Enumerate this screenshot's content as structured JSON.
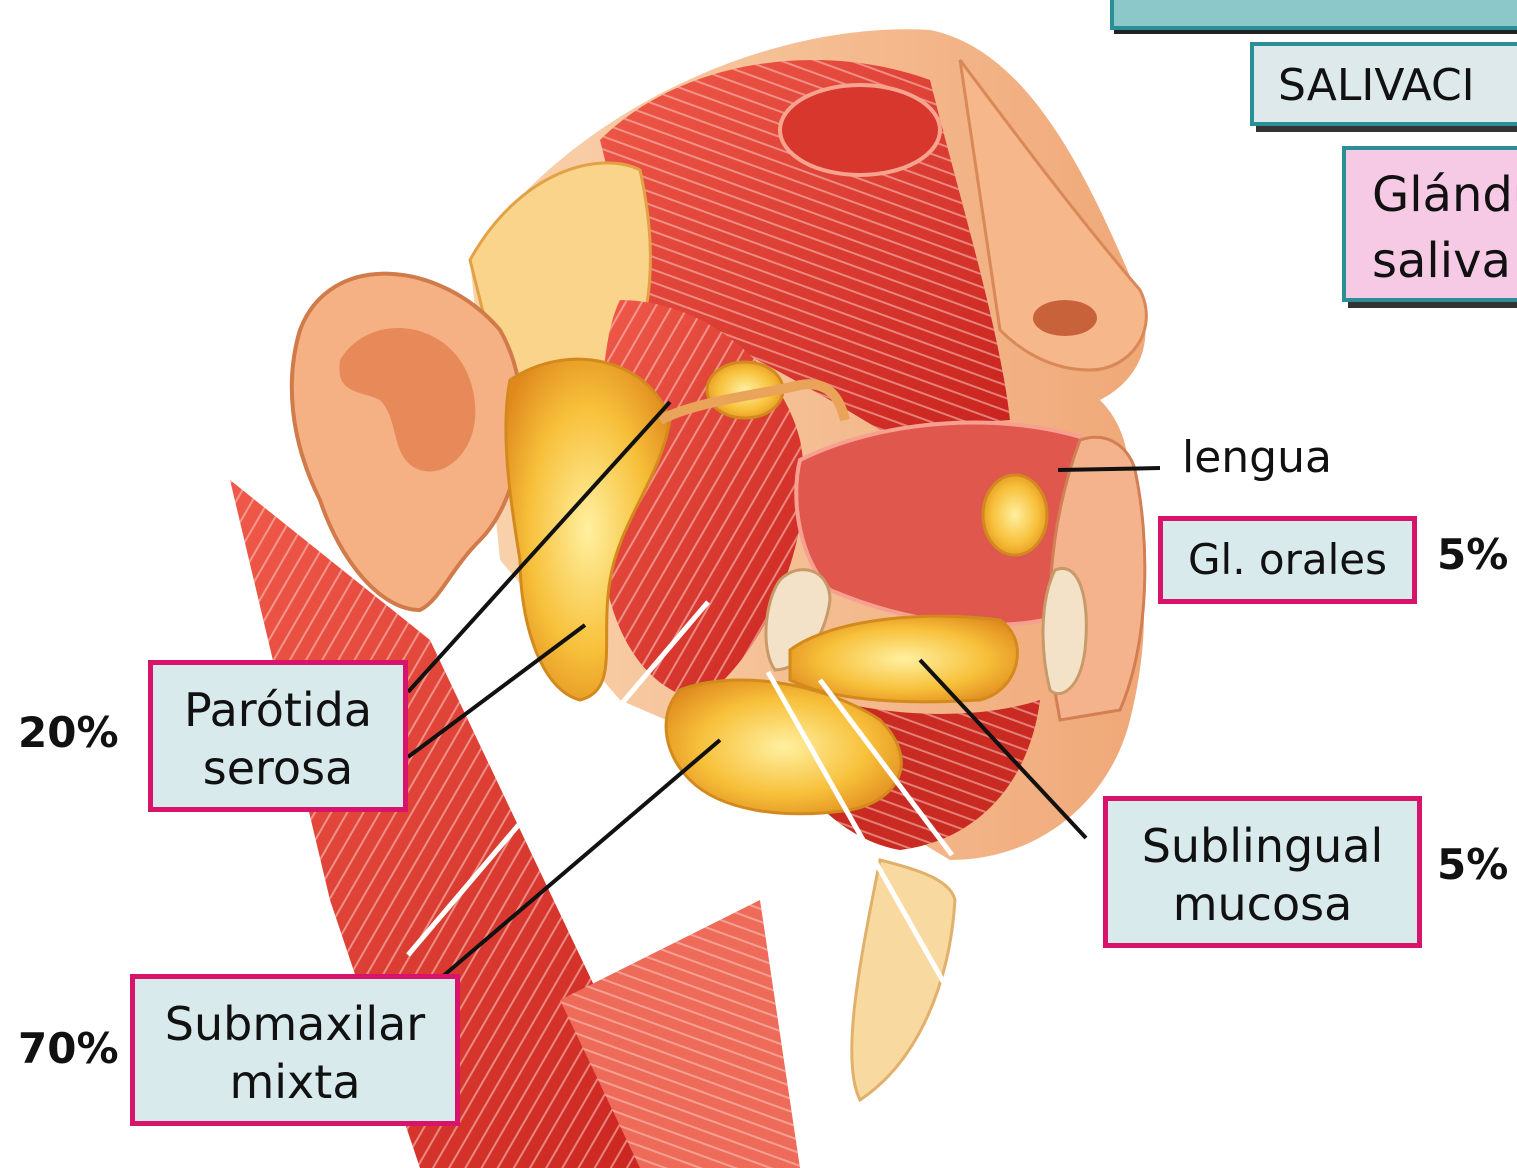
{
  "header": {
    "salivacion": "SALIVACI",
    "glandulas_line1": "Glándu",
    "glandulas_line2": "saliva"
  },
  "labels": {
    "lengua": "lengua",
    "parotida": {
      "name": "Parótida",
      "type": "serosa",
      "percent": "20%"
    },
    "submaxilar": {
      "name": "Submaxilar",
      "type": "mixta",
      "percent": "70%"
    },
    "sublingual": {
      "name": "Sublingual",
      "type": "mucosa",
      "percent": "5%"
    },
    "orales": {
      "name": "Gl. orales",
      "percent": "5%"
    }
  },
  "colors": {
    "box_fill": "#d9eaec",
    "box_border": "#d8146a",
    "header_border": "#2a8f96",
    "header_fill": "#8cc7c9",
    "gland_fill": "#f6c9e4",
    "muscle": "#e8453c",
    "gland": "#f5b92f",
    "skin": "#f7c59a"
  }
}
